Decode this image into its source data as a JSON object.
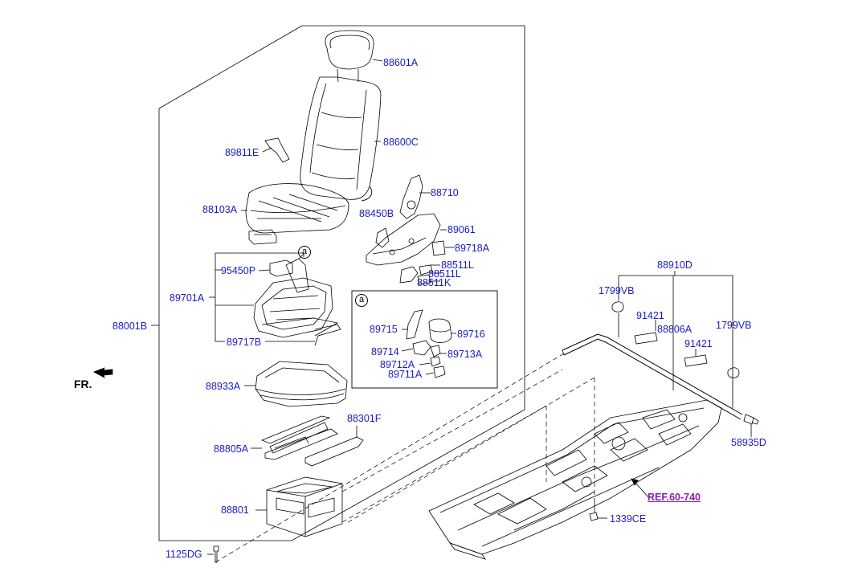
{
  "orientation": {
    "label": "FR."
  },
  "detail_marker": "a",
  "reference": {
    "label": "REF.60-740",
    "color": "#8a1fb0"
  },
  "label_color": "#1a1ac8",
  "parts": {
    "headrest": "88601A",
    "back_assy": "88600C",
    "back_trim": "89811E",
    "cushion": "88103A",
    "recliner": "88710",
    "shield_cover": "88450B",
    "side_shield": "89061",
    "switch_cover": "89718A",
    "knob_l1": "88511L",
    "knob_l2": "88511L",
    "knob_k": "88511K",
    "module": "95450P",
    "frame": "89701A",
    "rail_cover": "89717B",
    "seat_assy": "88001B",
    "cushion_pan": "88933A",
    "track_cover": "88301F",
    "track": "88805A",
    "riser": "88801",
    "bolt": "1125DG",
    "motor": "89715",
    "gear": "89716",
    "bracket": "89714",
    "clip": "89713A",
    "housing": "89712A",
    "connector": "89711A",
    "pipe": "88910D",
    "clamp_l": "1799VB",
    "clamp_r": "1799VB",
    "pad_1": "91421",
    "pad_2": "91421",
    "pipe_bracket": "88806A",
    "fitting": "58935D",
    "nut": "1339CE"
  }
}
